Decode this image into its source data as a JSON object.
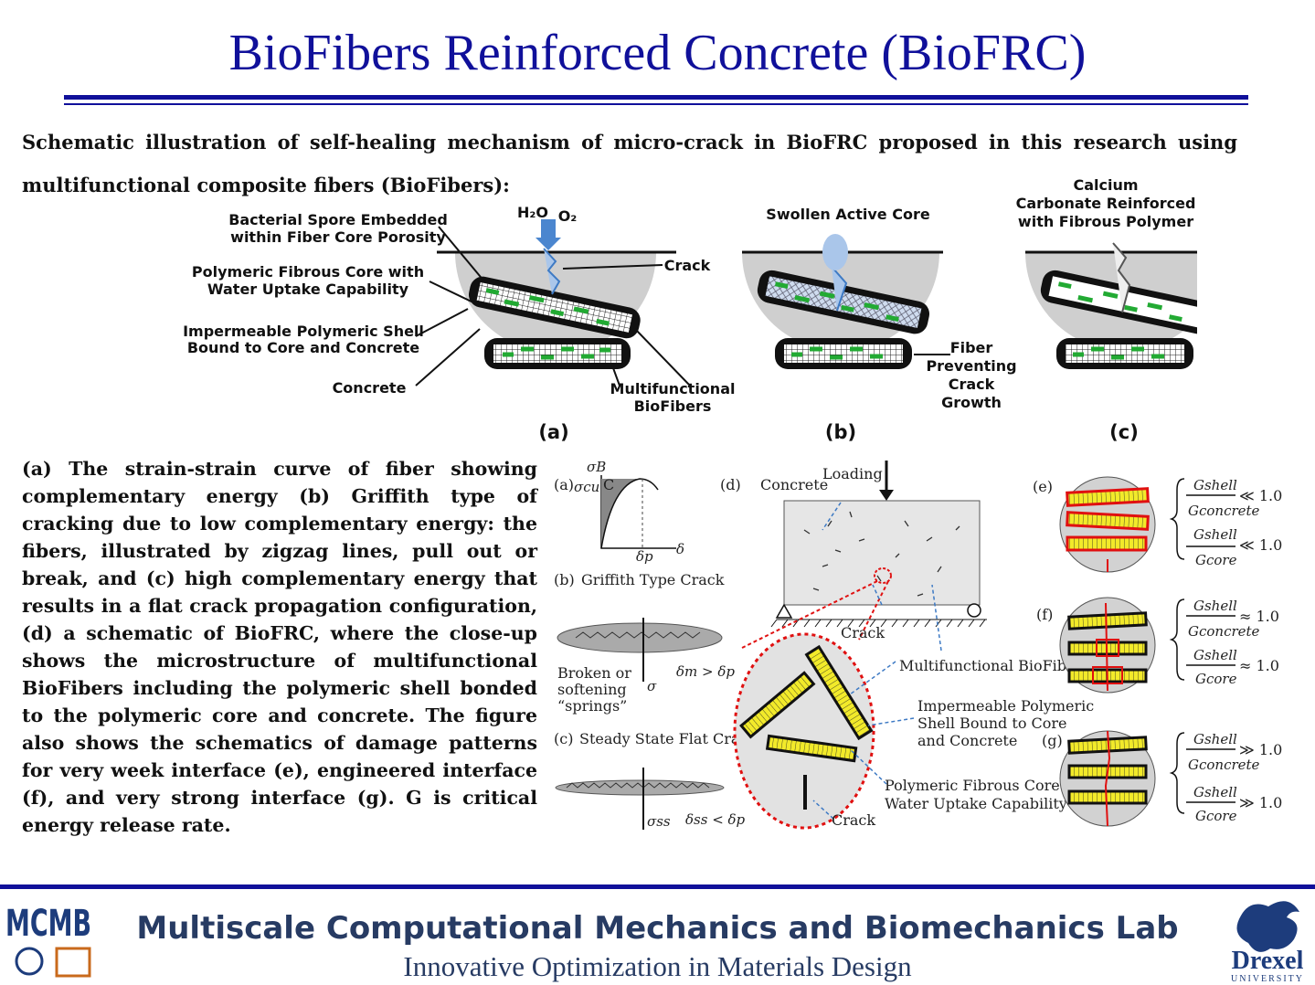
{
  "title": "BioFibers Reinforced Concrete (BioFRC)",
  "intro": "Schematic illustration of self-healing mechanism of micro-crack in BioFRC proposed in this research using multifunctional composite fibers (BioFibers):",
  "top_figure": {
    "label_spore": [
      "Bacterial Spore Embedded",
      "within Fiber Core Porosity"
    ],
    "label_core": [
      "Polymeric Fibrous Core with",
      "Water Uptake Capability"
    ],
    "label_shell": [
      "Impermeable Polymeric Shell",
      "Bound to Core and Concrete"
    ],
    "label_concrete": "Concrete",
    "label_h2o": "H₂O",
    "label_o2": "O₂",
    "label_crack": "Crack",
    "label_multi": [
      "Multifunctional",
      "BioFibers"
    ],
    "label_swollen": "Swollen Active Core",
    "label_fiber_prevent": [
      "Fiber",
      "Preventing",
      "Crack",
      "Growth"
    ],
    "label_calcium": [
      "Calcium",
      "Carbonate Reinforced",
      "with Fibrous Polymer"
    ],
    "panel_a": "(a)",
    "panel_b": "(b)",
    "panel_c": "(c)"
  },
  "description": "(a) The strain-strain curve of fiber showing complementary energy (b) Griffith type of cracking due to low complementary energy: the fibers, illustrated by zigzag lines, pull out or break, and (c) high complementary energy that results in a flat crack propagation configuration, (d) a schematic of BioFRC, where the close-up shows the microstructure of multifunctional BioFibers including the polymeric shell bonded to the polymeric core and concrete. The figure also shows the schematics of damage patterns for very week interface (e), engineered interface (f), and very strong interface (g). G is critical energy release rate.",
  "bottom_figure": {
    "a_label": "(a)",
    "a_sigma_cu": "σcu",
    "a_sigma_b": "σB",
    "a_c": "C",
    "a_delta_p": "δp",
    "a_delta": "δ",
    "b_label": "(b)",
    "b_title": "Griffith Type Crack",
    "b_broken": [
      "Broken or",
      "softening",
      "“springs”"
    ],
    "b_dm": "δm > δp",
    "b_sigma": "σ",
    "c_label": "(c)",
    "c_title": "Steady State Flat Crack",
    "c_sigma": "σss",
    "c_dss": "δss < δp",
    "d_label": "(d)",
    "d_concrete": "Concrete",
    "d_loading": "Loading",
    "d_crack": "Crack",
    "d_multi": "Multifunctional BioFibers",
    "d_shell": [
      "Impermeable Polymeric",
      "Shell Bound to Core",
      "and Concrete"
    ],
    "d_core": [
      "Polymeric Fibrous Core with",
      "Water Uptake Capability"
    ],
    "d_crack2": "Crack",
    "e_label": "(e)",
    "f_label": "(f)",
    "g_label": "(g)",
    "g_shell": "Gshell",
    "g_concrete": "Gconcrete",
    "g_core": "Gcore",
    "e_rel": "≪ 1.0",
    "f_rel": "≈ 1.0",
    "g_rel": "≫ 1.0"
  },
  "footer": {
    "lab": "Multiscale Computational Mechanics and Biomechanics Lab",
    "tagline": "Innovative Optimization in Materials Design",
    "logo_left": "MCMB",
    "logo_right": "Drexel",
    "logo_right_sub": "UNIVERSITY"
  },
  "colors": {
    "title_blue": "#10109a",
    "footer_text": "#273b63",
    "fiber_yellow": "#f2ea2a",
    "crack_red": "#e01010"
  }
}
